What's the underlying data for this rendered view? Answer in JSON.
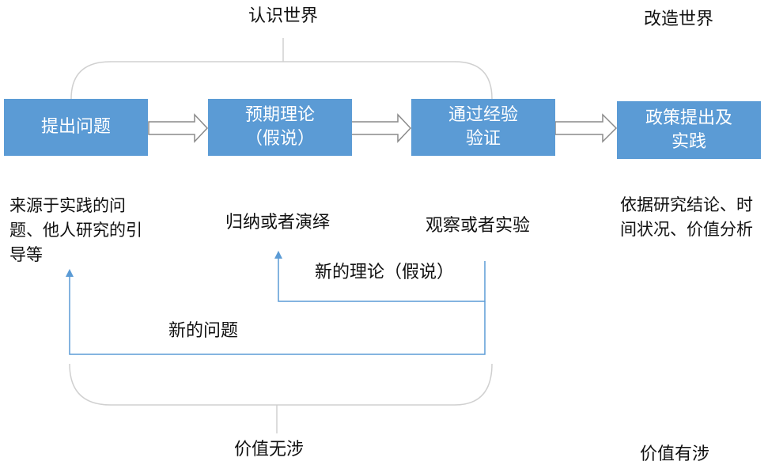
{
  "top_labels": {
    "cognize": "认识世界",
    "transform": "改造世界"
  },
  "boxes": [
    {
      "label": "提出问题"
    },
    {
      "label": "预期理论\n（假说）"
    },
    {
      "label": "通过经验\n验证"
    },
    {
      "label": "政策提出及\n实践"
    }
  ],
  "descriptions": [
    "来源于实践的问题、他人研究的引导等",
    "归纳或者演绎",
    "观察或者实验",
    "依据研究结论、时间状况、价值分析"
  ],
  "feedback": {
    "new_theory": "新的理论（假说）",
    "new_question": "新的问题"
  },
  "bottom_labels": {
    "value_free": "价值无涉",
    "value_laden": "价值有涉"
  },
  "colors": {
    "box_fill": "#5b9bd5",
    "feedback_line": "#5b9bd5",
    "bracket": "#d0d0d0",
    "arrow_outline": "#8a8a8a"
  }
}
